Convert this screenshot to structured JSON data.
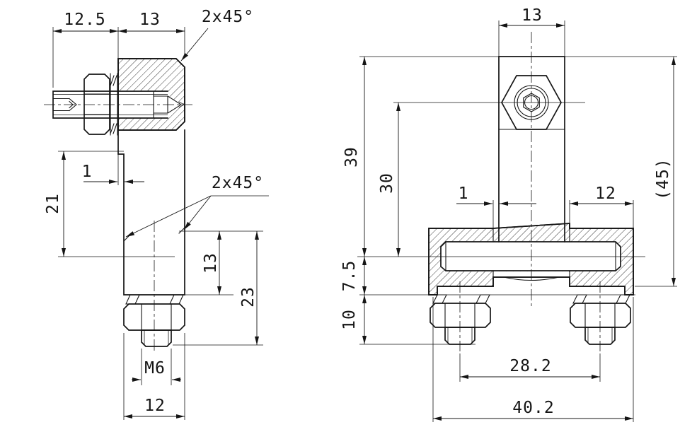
{
  "drawing": {
    "background": "#ffffff",
    "line_color": "#151515",
    "labels": {
      "left_view": {
        "head_length": "12.5",
        "boss_width": "13",
        "chamfer_top": "2x45°",
        "step_offset": "1",
        "upper_height": "21",
        "chamfer_mid": "2x45°",
        "chamfer_to_seat": "13",
        "chamfer_to_stud_end": "23",
        "thread_size": "M6",
        "body_width": "12"
      },
      "right_view": {
        "column_width": "13",
        "top_to_pin_center": "39",
        "nut_center_to_pin_center": "30",
        "slot_clearance": "1",
        "flange_width": "12",
        "overall_height_ref": "(45)",
        "pin_center_to_seat": "7.5",
        "seat_to_stud_end": "10",
        "bolt_spacing": "28.2",
        "overall_width": "40.2"
      }
    }
  }
}
